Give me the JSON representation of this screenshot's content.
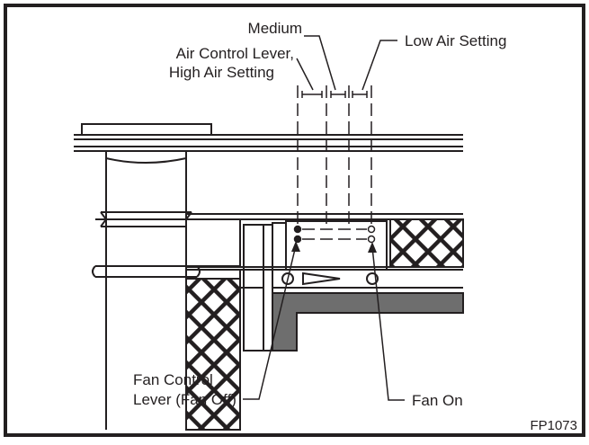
{
  "labels": {
    "medium": "Medium",
    "air_control_line1": "Air Control Lever,",
    "air_control_line2": "High Air Setting",
    "low_air": "Low Air Setting",
    "fan_control_line1": "Fan Control",
    "fan_control_line2": "Lever (Fan Off)",
    "fan_on": "Fan On",
    "figure_code": "FP1073"
  }
}
